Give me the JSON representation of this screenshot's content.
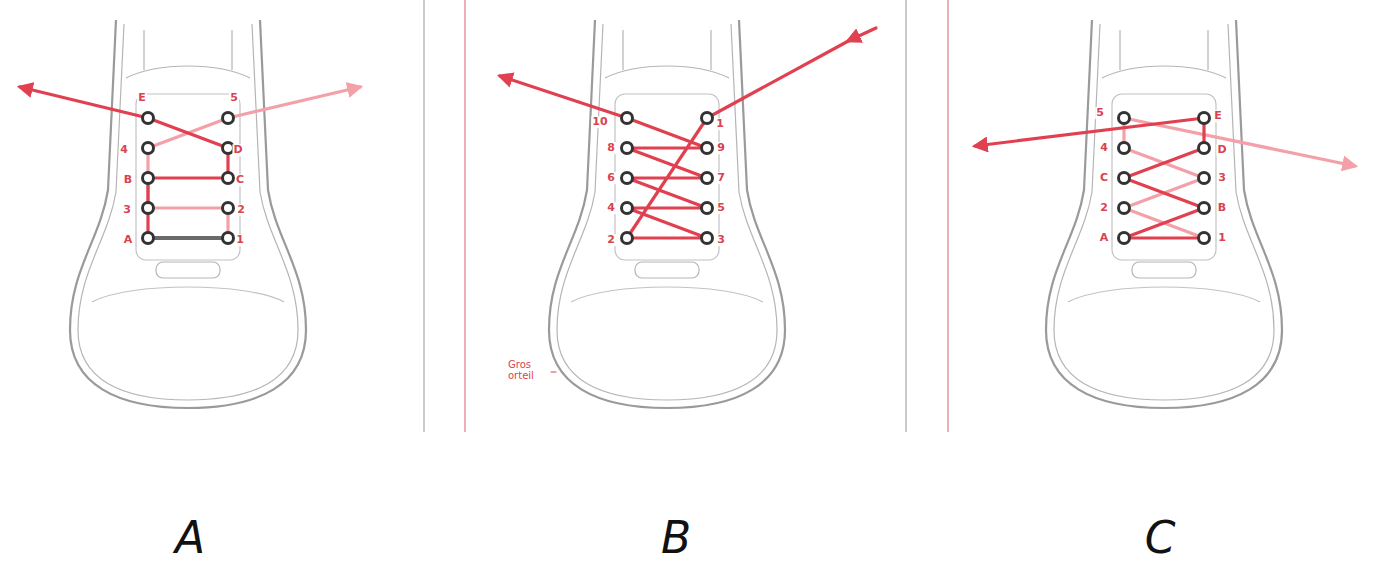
{
  "diagram": {
    "labels": [
      "E",
      "5",
      "4",
      "D",
      "B",
      "C",
      "3",
      "2",
      "A",
      "1",
      "10",
      "1",
      "8",
      "9",
      "6",
      "7",
      "4",
      "5",
      "2",
      "3",
      "Gros orteil",
      "5",
      "E",
      "4",
      "D",
      "C",
      "3",
      "2",
      "B",
      "A",
      "1",
      "A",
      "B",
      "C"
    ]
  }
}
